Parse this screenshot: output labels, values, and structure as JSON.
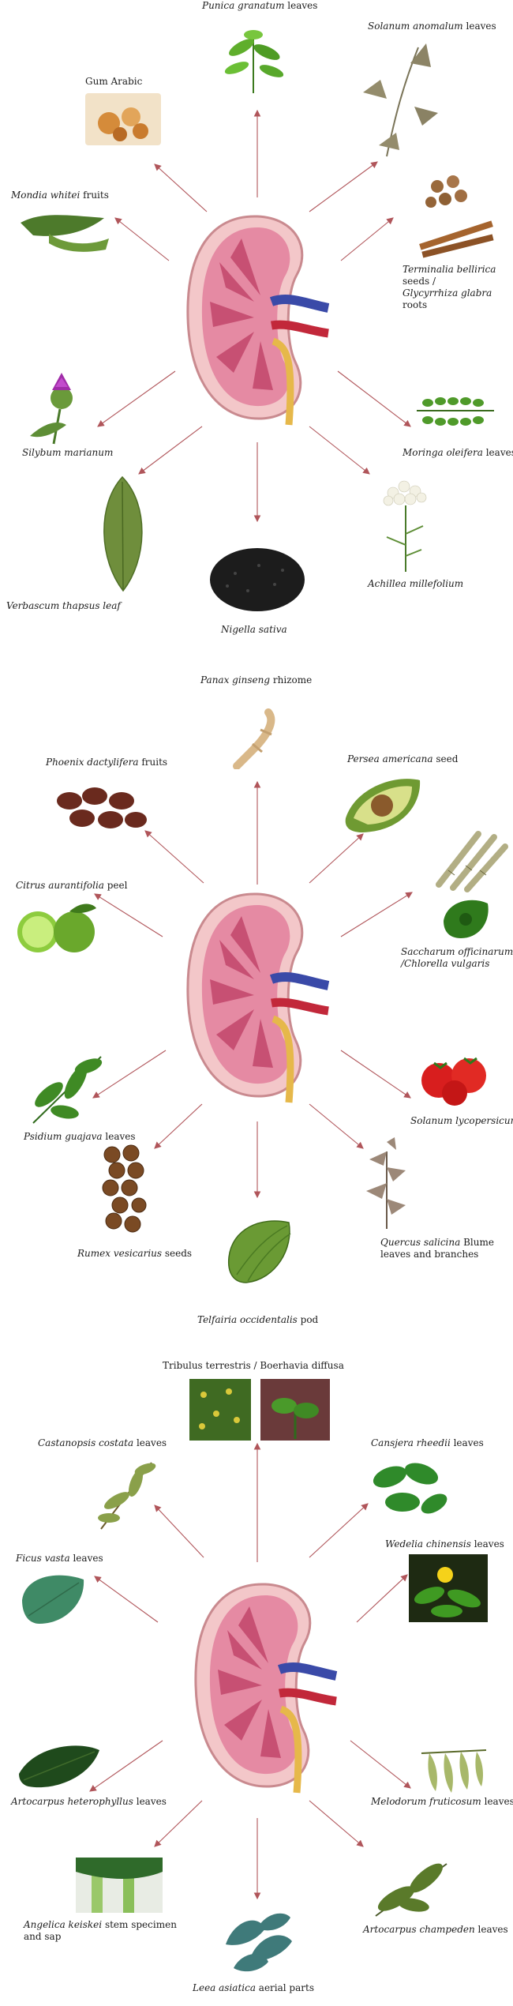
{
  "panels": [
    {
      "center": "kidney-illustration",
      "labels": {
        "punica": {
          "sci": "Punica granatum",
          "rest": " leaves"
        },
        "solanum": {
          "sci": "Solanum anomalum",
          "rest": " leaves"
        },
        "gum": {
          "sci": "",
          "rest": "Gum Arabic"
        },
        "mondia": {
          "sci": "Mondia whitei",
          "rest": " fruits"
        },
        "terminalia1": {
          "sci": "Terminalia bellirica",
          "rest": ""
        },
        "terminalia2": {
          "sci": "",
          "rest": "seeds  /"
        },
        "terminalia3": {
          "sci": "Glycyrrhiza glabra",
          "rest": ""
        },
        "terminalia4": {
          "sci": "",
          "rest": "roots"
        },
        "silybum": {
          "sci": "Silybum marianum",
          "rest": ""
        },
        "moringa": {
          "sci": "Moringa oleifera",
          "rest": " leaves"
        },
        "verbascum": {
          "sci": "Verbascum thapsus leaf",
          "rest": ""
        },
        "achillea": {
          "sci": "Achillea millefolium",
          "rest": ""
        },
        "nigella": {
          "sci": "Nigella sativa",
          "rest": ""
        }
      }
    },
    {
      "center": "kidney-illustration",
      "labels": {
        "panax": {
          "sci": "Panax ginseng",
          "rest": " rhizome"
        },
        "phoenix": {
          "sci": "Phoenix dactylifera",
          "rest": " fruits"
        },
        "persea": {
          "sci": "Persea americana",
          "rest": " seed"
        },
        "citrus": {
          "sci": "Citrus aurantifolia",
          "rest": " peel"
        },
        "saccharum1": {
          "sci": "Saccharum officinarum",
          "rest": ""
        },
        "saccharum2": {
          "sci": "/Chlorella vulgaris",
          "rest": ""
        },
        "psidium": {
          "sci": "Psidium guajava",
          "rest": " leaves"
        },
        "lycopersicum": {
          "sci": "Solanum lycopersicum",
          "rest": ""
        },
        "rumex": {
          "sci": "Rumex vesicarius",
          "rest": " seeds"
        },
        "quercus1": {
          "sci": "Quercus salicina",
          "rest": " Blume"
        },
        "quercus2": {
          "sci": "",
          "rest": "leaves and branches"
        },
        "telfairia": {
          "sci": "Telfairia occidentalis",
          "rest": " pod"
        }
      }
    },
    {
      "center": "kidney-illustration",
      "labels": {
        "tribulus": {
          "sci": "",
          "rest": "Tribulus terrestris / Boerhavia diffusa"
        },
        "castanopsis": {
          "sci": "Castanopsis costata",
          "rest": " leaves"
        },
        "cansjera": {
          "sci": "Cansjera rheedii",
          "rest": " leaves"
        },
        "ficus": {
          "sci": "Ficus vasta",
          "rest": " leaves"
        },
        "wedelia": {
          "sci": "Wedelia chinensis",
          "rest": " leaves"
        },
        "artocarpus_h": {
          "sci": "Artocarpus heterophyllus",
          "rest": " leaves"
        },
        "melodorum": {
          "sci": "Melodorum fruticosum",
          "rest": " leaves"
        },
        "angelica1": {
          "sci": "Angelica keiskei",
          "rest": " stem specimen"
        },
        "angelica2": {
          "sci": "",
          "rest": "and sap"
        },
        "artocarpus_c": {
          "sci": "Artocarpus champeden",
          "rest": " leaves"
        },
        "leea": {
          "sci": "Leea asiatica",
          "rest": " aerial parts"
        }
      }
    }
  ],
  "colors": {
    "arrow": "#b0555a",
    "kidney": "#e58aa3",
    "vein": "#3a4aa8",
    "artery": "#c2283a",
    "ureter": "#e6b84a"
  }
}
